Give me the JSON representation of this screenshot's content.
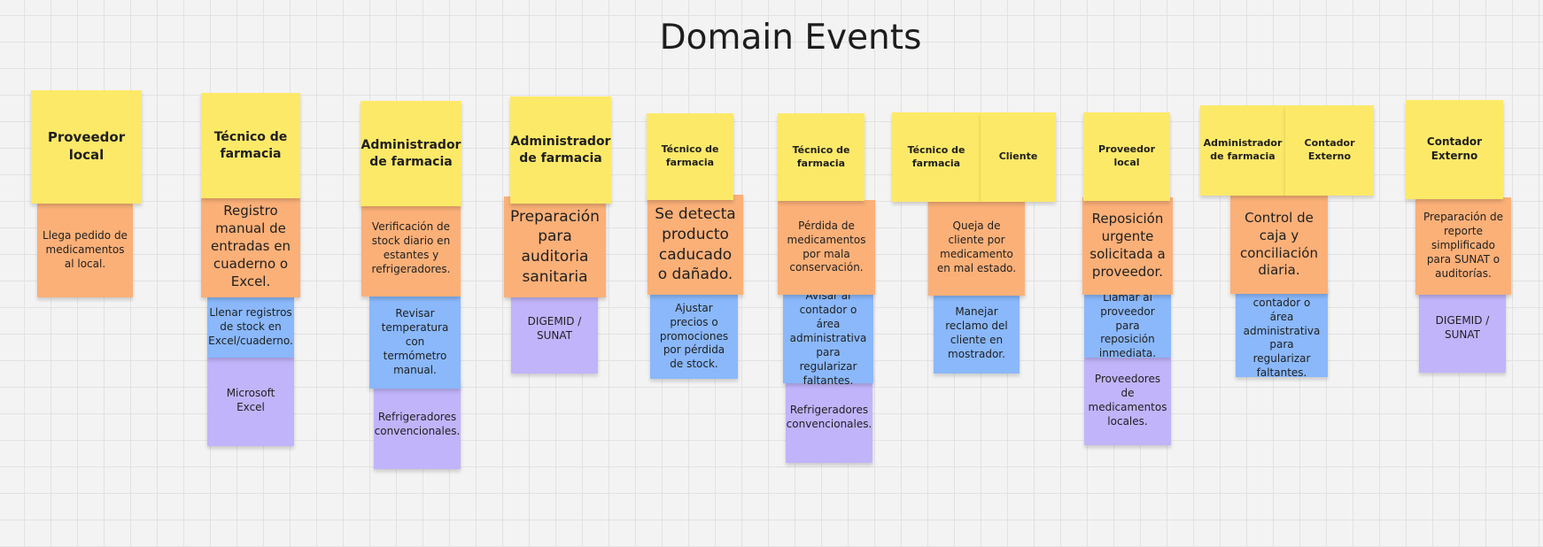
{
  "board": {
    "title": "Domain Events",
    "colors": {
      "actor": "#fde968",
      "event": "#fbb078",
      "command": "#8ab8fb",
      "system": "#c1b4fa",
      "grid": "#e2e2e2",
      "background": "#f3f3f3"
    }
  },
  "columns": [
    {
      "actors": [
        "Proveedor local"
      ],
      "event": "Llega pedido de medicamentos al local.",
      "command": "",
      "system": ""
    },
    {
      "actors": [
        "Técnico de farmacia"
      ],
      "event": "Registro manual de entradas en cuaderno o Excel.",
      "command": "Llenar registros de stock en Excel/cuaderno.",
      "system": "Microsoft Excel"
    },
    {
      "actors": [
        "Administrador de farmacia"
      ],
      "event": "Verificación de stock diario en estantes y refrigeradores.",
      "command": "Revisar temperatura con termómetro manual.",
      "system": "Refrigeradores convencionales."
    },
    {
      "actors": [
        "Administrador de farmacia"
      ],
      "event": "Preparación para auditoria sanitaria",
      "command": "",
      "system": "DIGEMID / SUNAT"
    },
    {
      "actors": [
        "Técnico de farmacia"
      ],
      "event": "Se detecta producto caducado o dañado.",
      "command": "Ajustar precios o promociones por pérdida de stock.",
      "system": ""
    },
    {
      "actors": [
        "Técnico de farmacia"
      ],
      "event": "Pérdida de medicamentos por mala conservación.",
      "command": "Avisar al contador o área administrativa para regularizar faltantes.",
      "system": "Refrigeradores convencionales."
    },
    {
      "actors": [
        "Técnico de farmacia",
        "Cliente"
      ],
      "event": "Queja de cliente por medicamento en mal estado.",
      "command": "Manejar reclamo del cliente en mostrador.",
      "system": ""
    },
    {
      "actors": [
        "Proveedor local"
      ],
      "event": "Reposición urgente solicitada a proveedor.",
      "command": "Llamar al proveedor para reposición inmediata.",
      "system": "Proveedores de medicamentos locales."
    },
    {
      "actors": [
        "Administrador de farmacia",
        "Contador Externo"
      ],
      "event": "Control de caja y conciliación diaria.",
      "command": "Avisar al contador o área administrativa para regularizar faltantes.",
      "system": ""
    },
    {
      "actors": [
        "Contador Externo"
      ],
      "event": "Preparación de reporte simplificado para SUNAT o auditorías.",
      "command": "",
      "system": "DIGEMID / SUNAT"
    }
  ]
}
